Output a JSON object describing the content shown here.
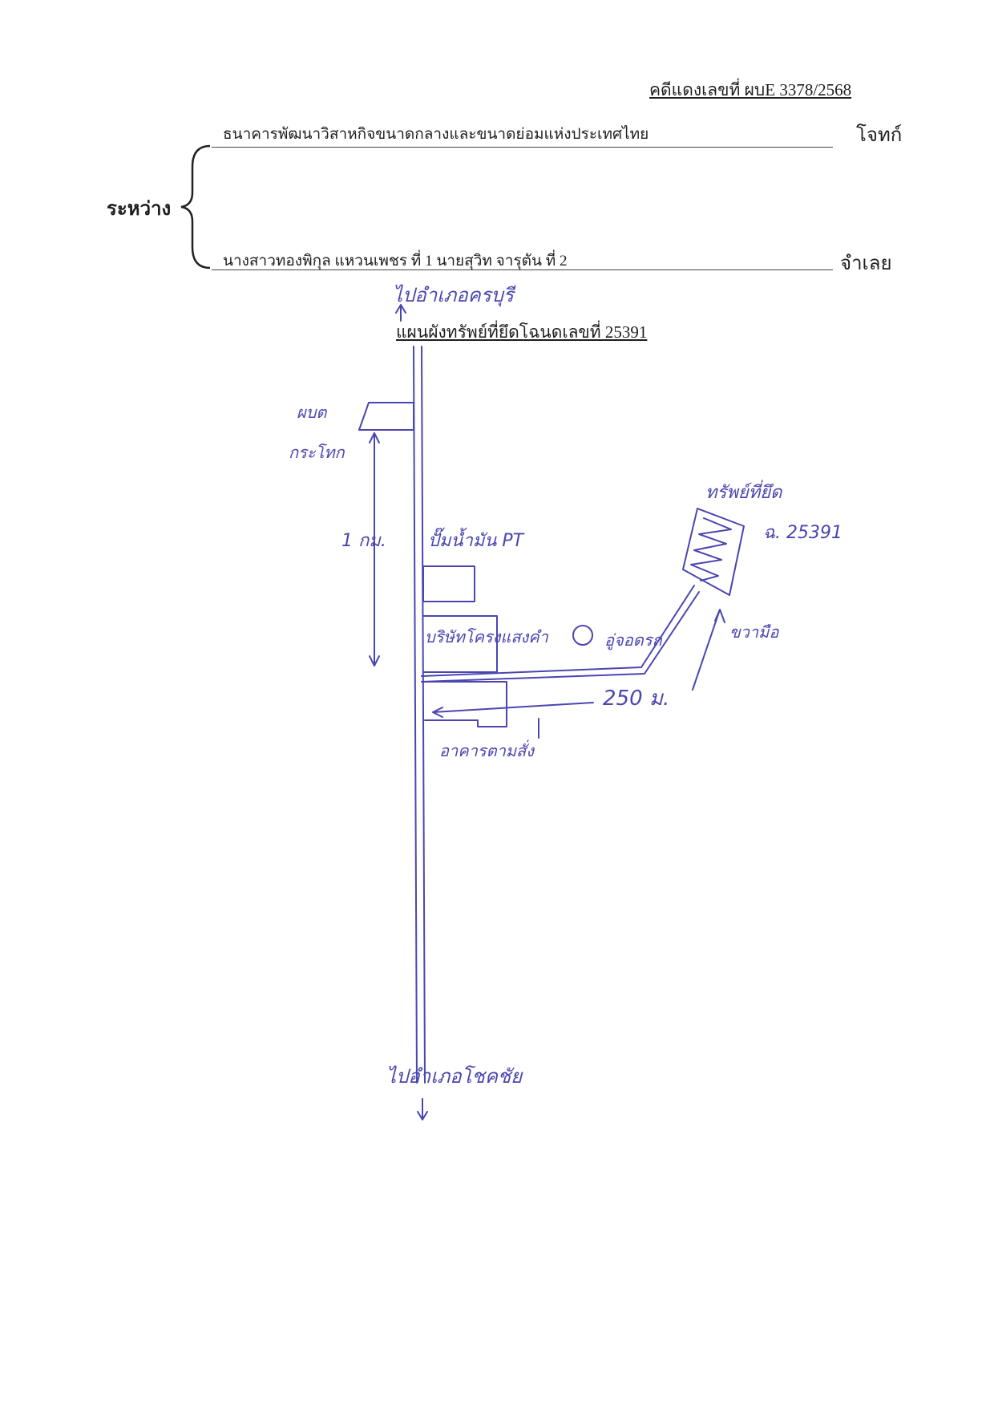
{
  "header": {
    "case_number": "คดีแดงเลขที่ ผบE 3378/2568"
  },
  "parties": {
    "between_label": "ระหว่าง",
    "plaintiff_name": "ธนาคารพัฒนาวิสาหกิจขนาดกลางและขนาดย่อมแห่งประเทศไทย",
    "plaintiff_role": "โจทก์",
    "defendant_name": "นางสาวทองพิกุล แหวนเพชร ที่ 1 นายสุวิท จารุตัน ที่ 2",
    "defendant_role": "จำเลย"
  },
  "map": {
    "title": "แผนผังทรัพย์ที่ยึดโฉนดเลขที่ 25391",
    "road_top_label": "ไปอำเภอครบุรี",
    "road_bottom_label": "ไปอำเภอโชคชัย",
    "distance_main": "1 กม.",
    "landmark_shop_1": "ผบต",
    "landmark_shop_2": "กระโทก",
    "gas_station": "ปั๊มน้ำมัน PT",
    "company": "บริษัทโครงแสงคำ",
    "bus_stop": "อู่จอดรถ",
    "building": "อาคารตามสั่ง",
    "distance_branch": "250 ม.",
    "direction": "ขวามือ",
    "seized_property": "ทรัพย์ที่ยึด",
    "deed_number": "ฉ. 25391"
  },
  "colors": {
    "ink": "#4a46b0",
    "typed": "#1e1e1e"
  }
}
